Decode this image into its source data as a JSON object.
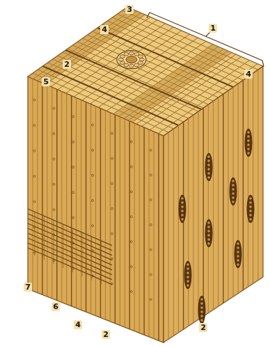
{
  "diagram": {
    "labels": [
      "3",
      "4",
      "1",
      "2",
      "4",
      "5",
      "7",
      "6",
      "4",
      "2",
      "2"
    ]
  }
}
